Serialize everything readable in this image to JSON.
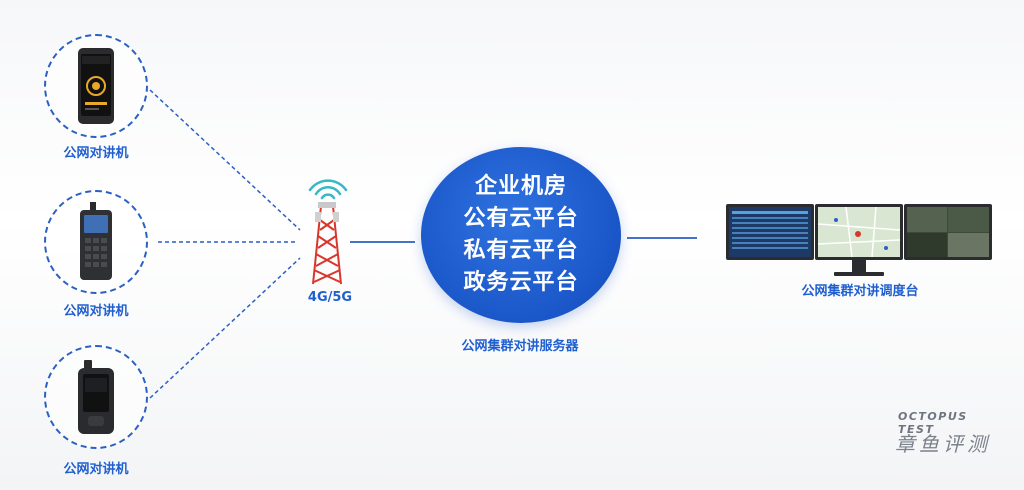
{
  "devices": [
    {
      "label": "公网对讲机",
      "type": "smartphone"
    },
    {
      "label": "公网对讲机",
      "type": "keypad-handset"
    },
    {
      "label": "公网对讲机",
      "type": "rugged-handset"
    }
  ],
  "tower": {
    "label": "4G/5G"
  },
  "server": {
    "lines": [
      "企业机房",
      "公有云平台",
      "私有云平台",
      "政务云平台"
    ],
    "label": "公网集群对讲服务器"
  },
  "console": {
    "label": "公网集群对讲调度台"
  },
  "watermark": {
    "en": "OCTOPUS TEST",
    "cn": "章鱼评测"
  },
  "colors": {
    "accent": "#1f5fd0",
    "server_fill": "#1a56c8",
    "tower_red": "#d9362b",
    "line": "#2a5fc4"
  }
}
